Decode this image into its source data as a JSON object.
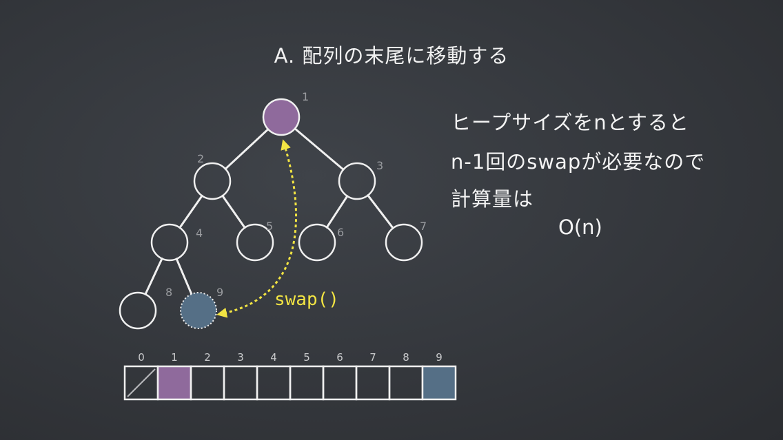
{
  "title": "A. 配列の末尾に移動する",
  "side_lines": [
    "ヒープサイズをnとすると",
    "n-1回のswapが必要なので",
    "計算量は"
  ],
  "complexity": "O(n)",
  "swap_label": "swap()",
  "colors": {
    "root_fill": "#8f6a9c",
    "last_fill": "#556f86",
    "arrow": "#f2e443",
    "stroke": "#f0f0f0"
  },
  "tree_nodes": [
    {
      "label": "1",
      "state": "root"
    },
    {
      "label": "2",
      "state": "empty"
    },
    {
      "label": "3",
      "state": "empty"
    },
    {
      "label": "4",
      "state": "empty"
    },
    {
      "label": "5",
      "state": "empty"
    },
    {
      "label": "6",
      "state": "empty"
    },
    {
      "label": "7",
      "state": "empty"
    },
    {
      "label": "8",
      "state": "empty"
    },
    {
      "label": "9",
      "state": "last"
    }
  ],
  "array_cells": [
    {
      "index": "0",
      "state": "unused"
    },
    {
      "index": "1",
      "state": "root"
    },
    {
      "index": "2",
      "state": "empty"
    },
    {
      "index": "3",
      "state": "empty"
    },
    {
      "index": "4",
      "state": "empty"
    },
    {
      "index": "5",
      "state": "empty"
    },
    {
      "index": "6",
      "state": "empty"
    },
    {
      "index": "7",
      "state": "empty"
    },
    {
      "index": "8",
      "state": "empty"
    },
    {
      "index": "9",
      "state": "last"
    }
  ]
}
